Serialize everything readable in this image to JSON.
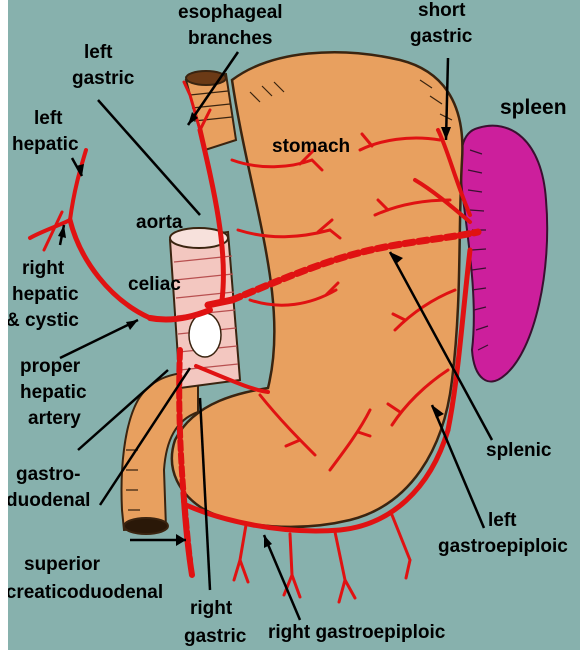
{
  "colors": {
    "background": "#87b1ad",
    "stomach": "#e8a05f",
    "spleen": "#cc1f9c",
    "artery": "#e01212",
    "aorta": "#f3c7c0",
    "outline": "#3a2410",
    "label": "#000000"
  },
  "labels": {
    "esophageal_1": "esophageal",
    "esophageal_2": "branches",
    "short_gastric_1": "short",
    "short_gastric_2": "gastric",
    "left_gastric_1": "left",
    "left_gastric_2": "gastric",
    "left_hepatic_1": "left",
    "left_hepatic_2": "hepatic",
    "spleen": "spleen",
    "stomach": "stomach",
    "aorta": "aorta",
    "celiac": "celiac",
    "right_hepatic_1": "right",
    "right_hepatic_2": "hepatic",
    "right_hepatic_3": "& cystic",
    "proper_hepatic_1": "proper",
    "proper_hepatic_2": "hepatic",
    "proper_hepatic_3": "artery",
    "gastroduodenal_1": "gastro-",
    "gastroduodenal_2": "duodenal",
    "splenic": "splenic",
    "left_gastroepiploic_1": "left",
    "left_gastroepiploic_2": "gastroepiploic",
    "superior_1": "superior",
    "superior_2": "pancreaticoduodenal",
    "right_gastric_1": "right",
    "right_gastric_2": "gastric",
    "right_gastroepiploic": "right gastroepiploic"
  }
}
